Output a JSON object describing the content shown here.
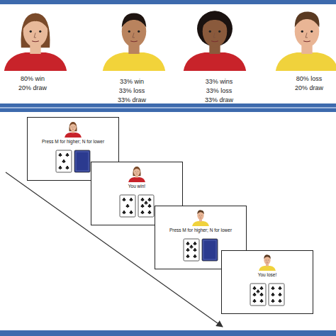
{
  "diagram": {
    "nodes": [
      {
        "text": [
          "Press M for higher; N for lower"
        ]
      },
      {
        "text": [
          "You win!"
        ]
      },
      {
        "text": [
          "Press M for higher; N for lower"
        ]
      },
      {
        "text": [
          "You lose!"
        ]
      }
    ],
    "labels": [
      "80% win",
      "20% draw",
      "33% win",
      "33% loss",
      "33% draw",
      "33% wins",
      "33% loss",
      "33% draw",
      "80% loss",
      "20% draw"
    ]
  }
}
